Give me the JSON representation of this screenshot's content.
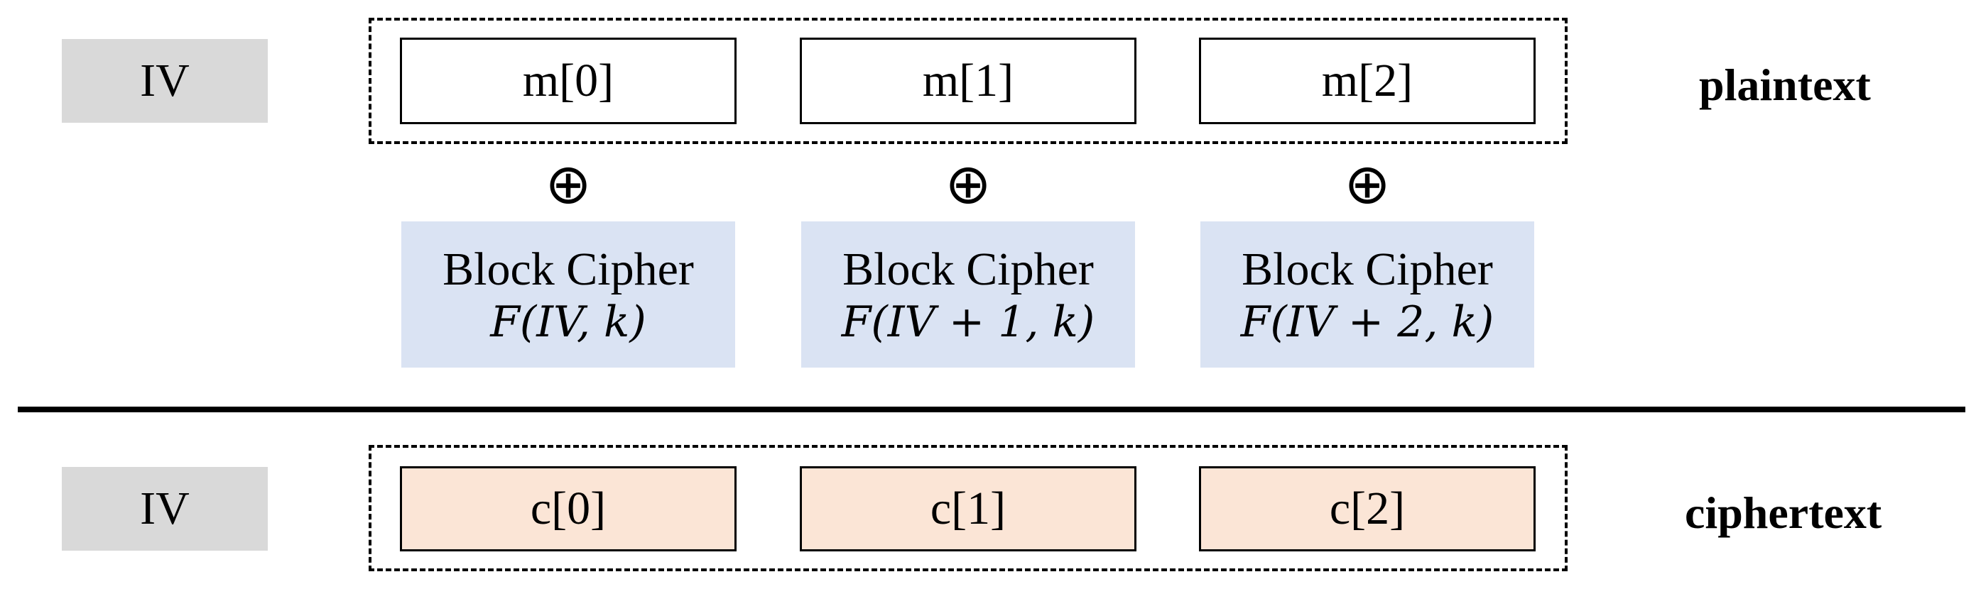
{
  "plaintext_row": {
    "iv_label": "IV",
    "blocks": [
      "m[0]",
      "m[1]",
      "m[2]"
    ],
    "row_label": "plaintext"
  },
  "cipher_row": {
    "xor_symbol": "⊕",
    "blocks": [
      {
        "name": "Block Cipher",
        "func": "F(IV, k)"
      },
      {
        "name": "Block Cipher",
        "func": "F(IV + 1, k)"
      },
      {
        "name": "Block Cipher",
        "func": "F(IV + 2, k)"
      }
    ]
  },
  "ciphertext_row": {
    "iv_label": "IV",
    "blocks": [
      "c[0]",
      "c[1]",
      "c[2]"
    ],
    "row_label": "ciphertext"
  },
  "colors": {
    "iv_fill": "#d9d9d9",
    "block_cipher_fill": "#dae3f3",
    "ciphertext_fill": "#fbe5d6",
    "plaintext_fill": "#ffffff"
  }
}
